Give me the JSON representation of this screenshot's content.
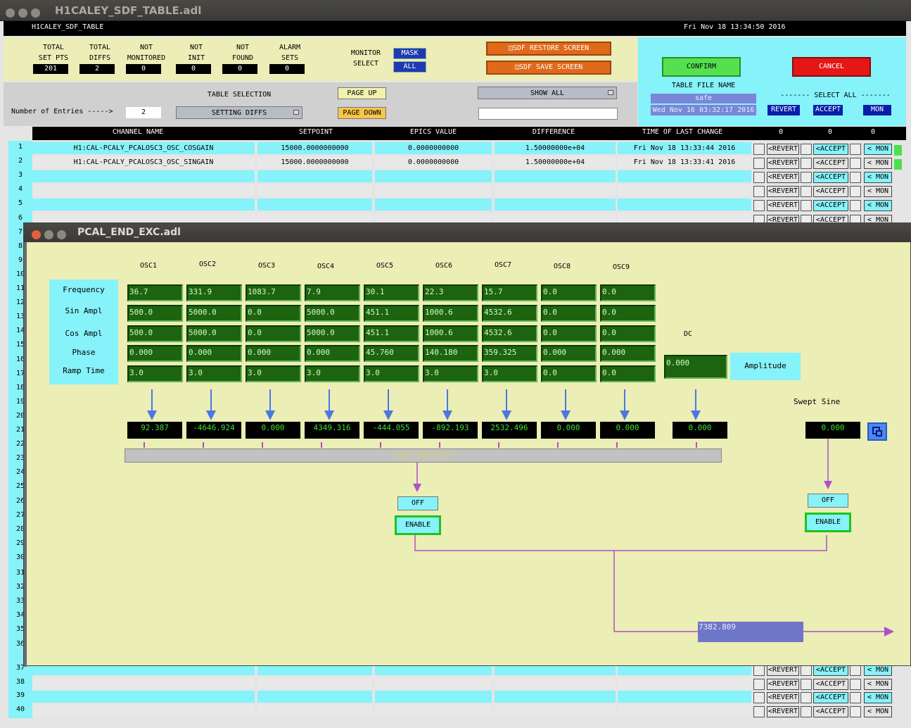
{
  "win1": {
    "title": "H1CALEY_SDF_TABLE.adl",
    "header_left": "H1CALEY_SDF_TABLE",
    "header_right": "Fri Nov 18 13:34:50 2016"
  },
  "stats": [
    {
      "l1": "TOTAL",
      "l2": "SET PTS",
      "v": "201"
    },
    {
      "l1": "TOTAL",
      "l2": "DIFFS",
      "v": "2"
    },
    {
      "l1": "NOT",
      "l2": "MONITORED",
      "v": "0"
    },
    {
      "l1": "NOT",
      "l2": "INIT",
      "v": "0"
    },
    {
      "l1": "NOT",
      "l2": "FOUND",
      "v": "0"
    },
    {
      "l1": "ALARM",
      "l2": "SETS",
      "v": "0"
    }
  ],
  "monitor": {
    "l1": "MONITOR",
    "l2": "SELECT",
    "mask": "MASK",
    "all": "ALL"
  },
  "sdf": {
    "restore": "SDF RESTORE SCREEN",
    "save": "SDF SAVE SCREEN"
  },
  "confirm": "CONFIRM",
  "cancel": "CANCEL",
  "tablefile": {
    "label": "TABLE FILE NAME",
    "name": "safe",
    "date": "Wed Nov 16 03:32:17 2016"
  },
  "selectall": {
    "label": "------- SELECT ALL -------",
    "revert": "REVERT",
    "accept": "ACCEPT",
    "mon": "MON"
  },
  "entries": {
    "label": "Number of Entries ----->",
    "value": "2"
  },
  "tablesel": {
    "label": "TABLE SELECTION",
    "value": "SETTING DIFFS"
  },
  "paging": {
    "up": "PAGE UP",
    "down": "PAGE DOWN"
  },
  "showall": "SHOW ALL",
  "cols": [
    "CHANNEL NAME",
    "SETPOINT",
    "EPICS VALUE",
    "DIFFERENCE",
    "TIME OF LAST CHANGE",
    "0",
    "0",
    "0"
  ],
  "rows": [
    {
      "n": "1",
      "ch": "H1:CAL-PCALY_PCALOSC3_OSC_COSGAIN",
      "sp": "15000.0000000000",
      "ev": "0.0000000000",
      "diff": "1.50000000e+04",
      "time": "Fri Nov 18 13:33:44 2016"
    },
    {
      "n": "2",
      "ch": "H1:CAL-PCALY_PCALOSC3_OSC_SINGAIN",
      "sp": "15000.0000000000",
      "ev": "0.0000000000",
      "diff": "1.50000000e+04",
      "time": "Fri Nov 18 13:33:41 2016"
    }
  ],
  "rownums": [
    "1",
    "2",
    "3",
    "4",
    "5",
    "6",
    "7",
    "8",
    "9",
    "10",
    "11",
    "12",
    "13",
    "14",
    "15",
    "16",
    "17",
    "18",
    "19",
    "20",
    "21",
    "22",
    "23",
    "24",
    "25",
    "26",
    "27",
    "28",
    "29",
    "30",
    "31",
    "32",
    "33",
    "34",
    "35",
    "36",
    "37",
    "38",
    "39",
    "40"
  ],
  "rowbtn": {
    "revert": "<REVERT",
    "accept": "<ACCEPT",
    "mon": "< MON"
  },
  "win2": {
    "title": "PCAL_END_EXC.adl"
  },
  "osc_names": [
    "OSC1",
    "OSC2",
    "OSC3",
    "OSC4",
    "OSC5",
    "OSC6",
    "OSC7",
    "OSC8",
    "OSC9"
  ],
  "param_labels": [
    "Frequency",
    "Sin Ampl",
    "Cos Ampl",
    "Phase",
    "Ramp Time"
  ],
  "grid": [
    [
      "36.7",
      "331.9",
      "1083.7",
      "7.9",
      "30.1",
      "22.3",
      "15.7",
      "0.0",
      "0.0"
    ],
    [
      "500.0",
      "5000.0",
      "0.0",
      "5000.0",
      "451.1",
      "1000.6",
      "4532.6",
      "0.0",
      "0.0"
    ],
    [
      "500.0",
      "5000.0",
      "0.0",
      "5000.0",
      "451.1",
      "1000.6",
      "4532.6",
      "0.0",
      "0.0"
    ],
    [
      "0.000",
      "0.000",
      "0.000",
      "0.000",
      "45.760",
      "140.180",
      "359.325",
      "0.000",
      "0.000"
    ],
    [
      "3.0",
      "3.0",
      "3.0",
      "3.0",
      "3.0",
      "3.0",
      "3.0",
      "0.0",
      "0.0"
    ]
  ],
  "outputs": [
    "92.387",
    "-4646.924",
    "0.000",
    "4349.316",
    "-444.055",
    "-892.193",
    "2532.496",
    "0.000",
    "0.000"
  ],
  "dc": {
    "label": "DC",
    "value": "0.000",
    "amp_label": "Amplitude",
    "out": "0.000"
  },
  "swept": {
    "label": "Swept Sine",
    "value": "0.000"
  },
  "sum": {
    "label": "OSC_SUM_MTRX",
    "off": "OFF",
    "enable": "ENABLE",
    "total": "7382.809"
  },
  "swept_sw": {
    "off": "OFF",
    "enable": "ENABLE"
  }
}
